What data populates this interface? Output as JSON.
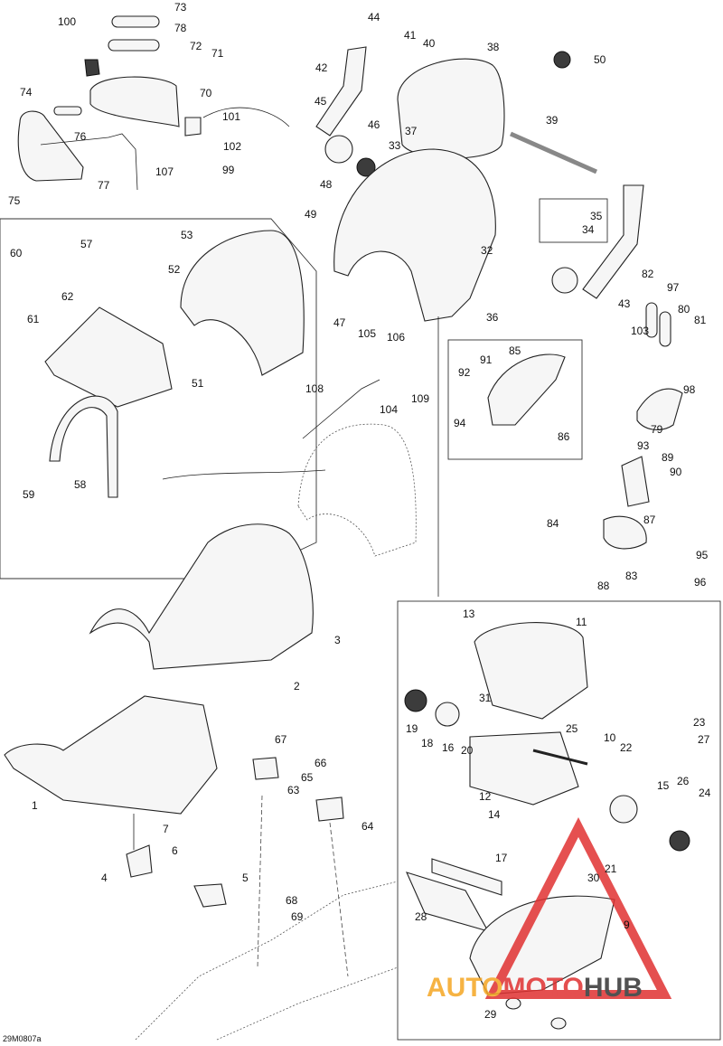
{
  "drawing_ref": "29M0807a",
  "watermark": {
    "word_a": "AUTO",
    "word_b": "MOTO",
    "word_c": "HUB",
    "color_a": "#f5a623",
    "color_b": "#e03131",
    "color_c": "#333333"
  },
  "callouts": [
    "1",
    "2",
    "3",
    "4",
    "5",
    "6",
    "7",
    "9",
    "10",
    "11",
    "12",
    "13",
    "14",
    "15",
    "16",
    "17",
    "18",
    "19",
    "20",
    "21",
    "22",
    "23",
    "24",
    "25",
    "26",
    "27",
    "28",
    "29",
    "30",
    "31",
    "32",
    "33",
    "34",
    "35",
    "36",
    "37",
    "38",
    "39",
    "40",
    "41",
    "42",
    "43",
    "44",
    "45",
    "46",
    "47",
    "48",
    "49",
    "50",
    "51",
    "52",
    "53",
    "57",
    "58",
    "59",
    "60",
    "61",
    "62",
    "63",
    "64",
    "65",
    "66",
    "67",
    "68",
    "69",
    "70",
    "71",
    "72",
    "73",
    "74",
    "75",
    "76",
    "77",
    "78",
    "79",
    "80",
    "81",
    "82",
    "83",
    "84",
    "85",
    "86",
    "87",
    "88",
    "89",
    "90",
    "91",
    "92",
    "93",
    "94",
    "95",
    "96",
    "97",
    "98",
    "99",
    "100",
    "101",
    "102",
    "103",
    "104",
    "105",
    "106",
    "107",
    "108",
    "109"
  ]
}
